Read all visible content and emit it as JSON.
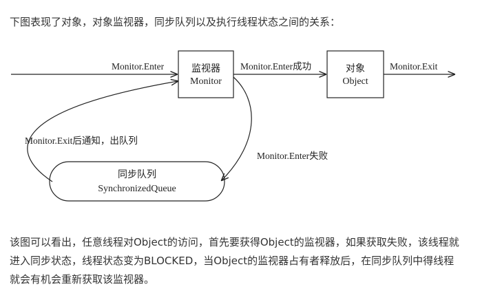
{
  "intro_text": "下图表现了对象，对象监视器，同步队列以及执行线程状态之间的关系：",
  "diagram": {
    "monitor_box": {
      "line1": "监视器",
      "line2": "Monitor"
    },
    "object_box": {
      "line1": "对象",
      "line2": "Object"
    },
    "queue_box": {
      "line1": "同步队列",
      "line2": "SynchronizedQueue"
    },
    "labels": {
      "enter": "Monitor.Enter",
      "enter_success": "Monitor.Enter成功",
      "exit": "Monitor.Exit",
      "enter_fail": "Monitor.Enter失败",
      "exit_notify": "Monitor.Exit后通知，出队列"
    }
  },
  "explanation_lines": [
    "该图可以看出，任意线程对Object的访问，首先要获得Object的监视器，如果获取失败，该线程就",
    "进入同步状态，线程状态变为BLOCKED，当Object的监视器占有者释放后，在同步队列中得线程",
    "就会有机会重新获取该监视器。"
  ]
}
